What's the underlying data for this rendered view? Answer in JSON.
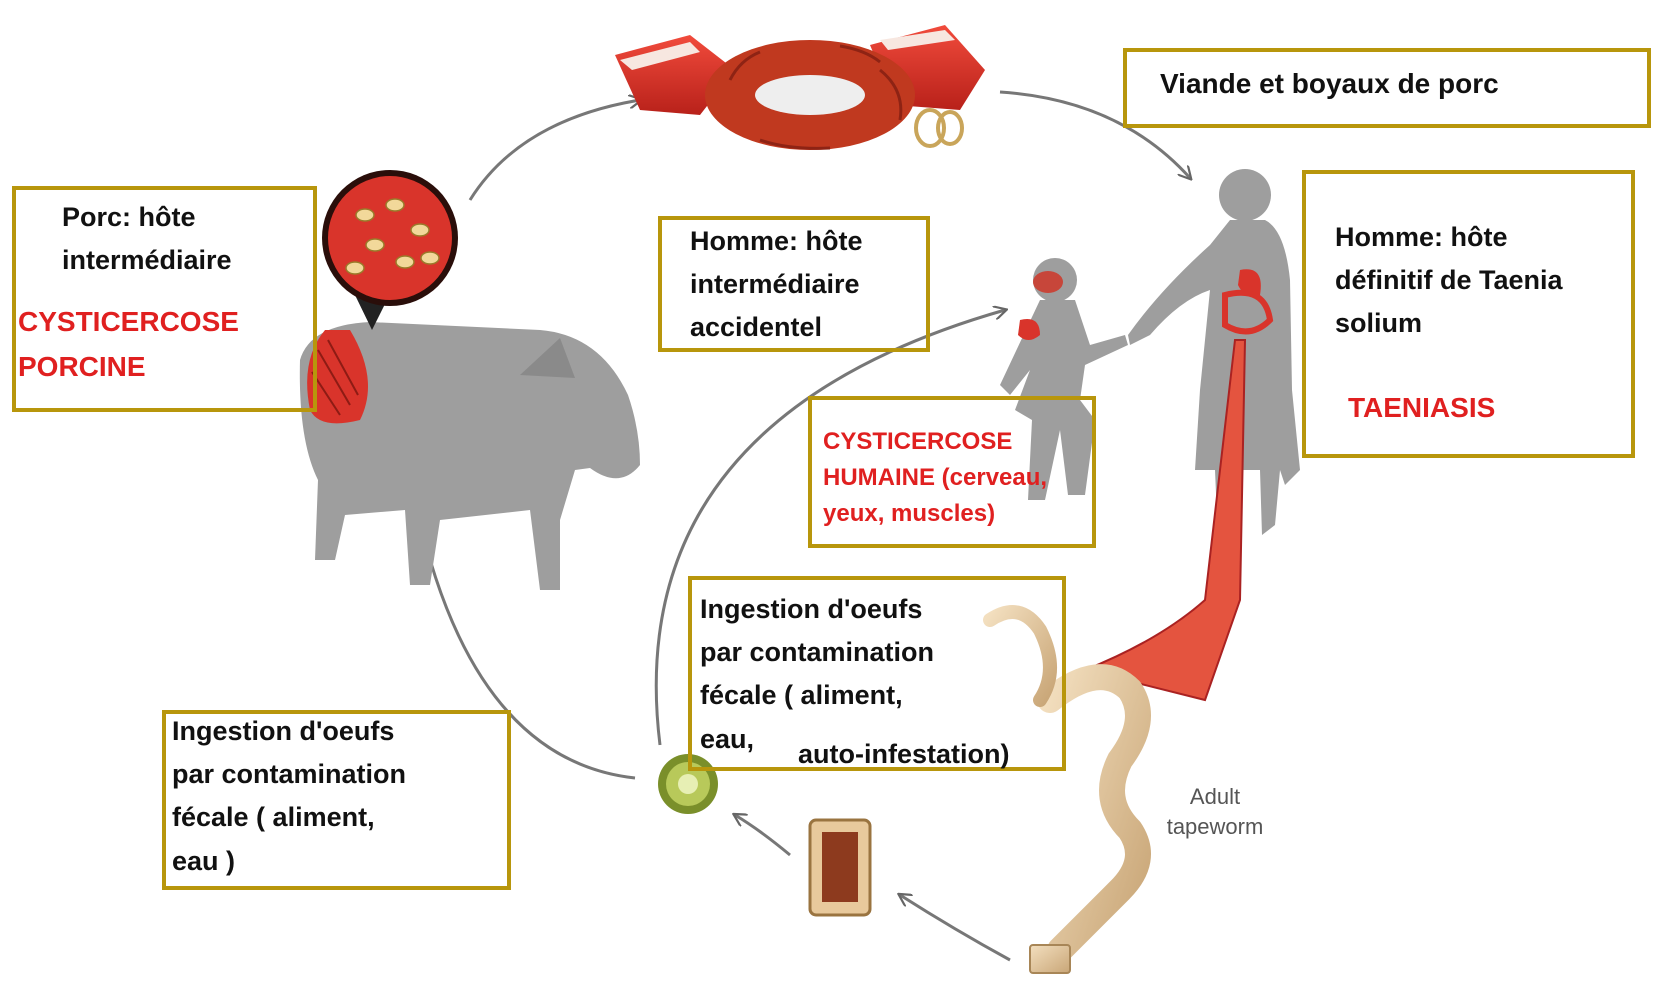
{
  "labels": {
    "meat": "Viande et boyaux de porc",
    "pig_host": "Porc: hôte\nintermédiaire",
    "pig_disease": "CYSTICERCOSE\nPORCINE",
    "human_accidental": "Homme: hôte\nintermédiaire\naccidentel",
    "human_definitive": "Homme: hôte\ndéfinitif de Taenia\nsolium",
    "taeniasis": "TAENIASIS",
    "human_cysticercosis": "CYSTICERCOSE\nHUMAINE (cerveau,\nyeux, muscles)",
    "ingestion_right": "Ingestion d'oeufs\npar contamination\nfécale ( aliment,\neau,",
    "auto_infestation": "auto-infestation)",
    "ingestion_left": "Ingestion d'oeufs\npar contamination\nfécale ( aliment,\neau )",
    "adult_tapeworm": "Adult\ntapeworm"
  },
  "colors": {
    "box_border": "#b8960c",
    "disease_text": "#e02020",
    "silhouette": "#9e9e9e",
    "tissue": "#d9342b"
  }
}
